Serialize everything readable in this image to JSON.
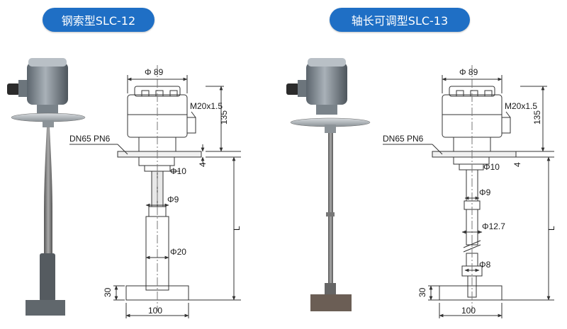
{
  "models": [
    {
      "title": "钢索型SLC-12",
      "dims": {
        "top_dia": "Φ 89",
        "thread": "M20x1.5",
        "height": "135",
        "flange": "DN65 PN6",
        "four": "4",
        "dia_a": "Φ10",
        "dia_b": "Φ9",
        "dia_c": "Φ20",
        "length": "L",
        "blade_h": "30",
        "blade_w": "100"
      }
    },
    {
      "title": "轴长可调型SLC-13",
      "dims": {
        "top_dia": "Φ 89",
        "thread": "M20x1.5",
        "height": "135",
        "flange": "DN65 PN6",
        "four": "4",
        "dia_a": "Φ10",
        "dia_b": "Φ9",
        "dia_c": "Φ12.7",
        "dia_d": "Φ8",
        "length": "L",
        "blade_h": "30",
        "blade_w": "100"
      }
    }
  ],
  "colors": {
    "pill_bg": "#1f6fc5",
    "line": "#333333",
    "housing": "#7d8790",
    "rod": "#6a6a6a"
  }
}
